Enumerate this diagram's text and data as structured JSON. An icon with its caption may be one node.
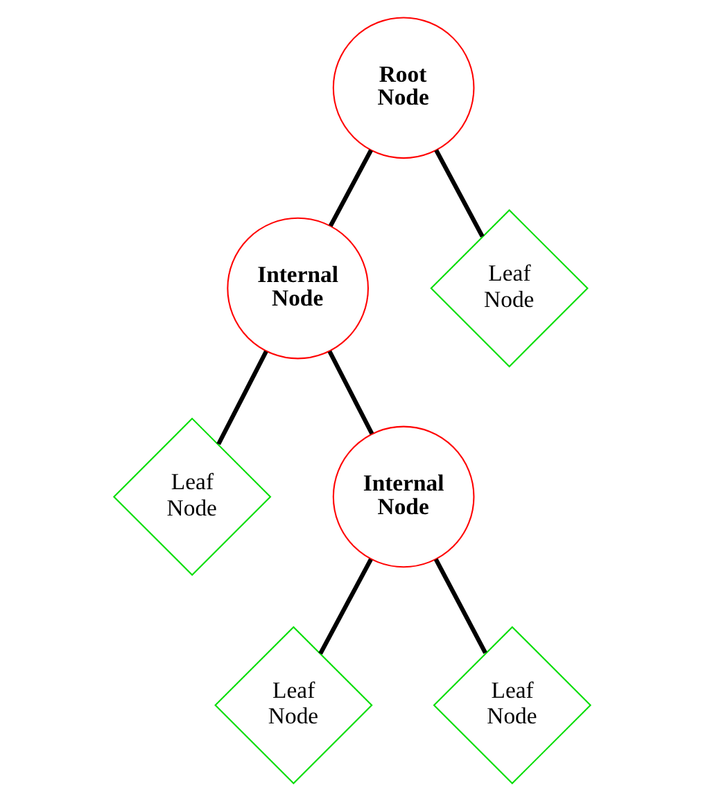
{
  "diagram": {
    "nodes": [
      {
        "text": [
          "Root Node"
        ]
      },
      {
        "text": [
          "Internal Node"
        ]
      },
      {
        "text": [
          "Leaf Node"
        ]
      },
      {
        "text": [
          "Leaf Node"
        ]
      },
      {
        "text": [
          "Internal Node"
        ]
      },
      {
        "text": [
          "Leaf Node"
        ]
      },
      {
        "text": [
          "Leaf Node"
        ]
      }
    ],
    "edges": [
      {
        "from": 0,
        "to": 1,
        "arrow": "none"
      },
      {
        "from": 0,
        "to": 2,
        "arrow": "none"
      },
      {
        "from": 1,
        "to": 3,
        "arrow": "none"
      },
      {
        "from": 1,
        "to": 4,
        "arrow": "none"
      },
      {
        "from": 4,
        "to": 5,
        "arrow": "none"
      },
      {
        "from": 4,
        "to": 6,
        "arrow": "none"
      }
    ]
  }
}
